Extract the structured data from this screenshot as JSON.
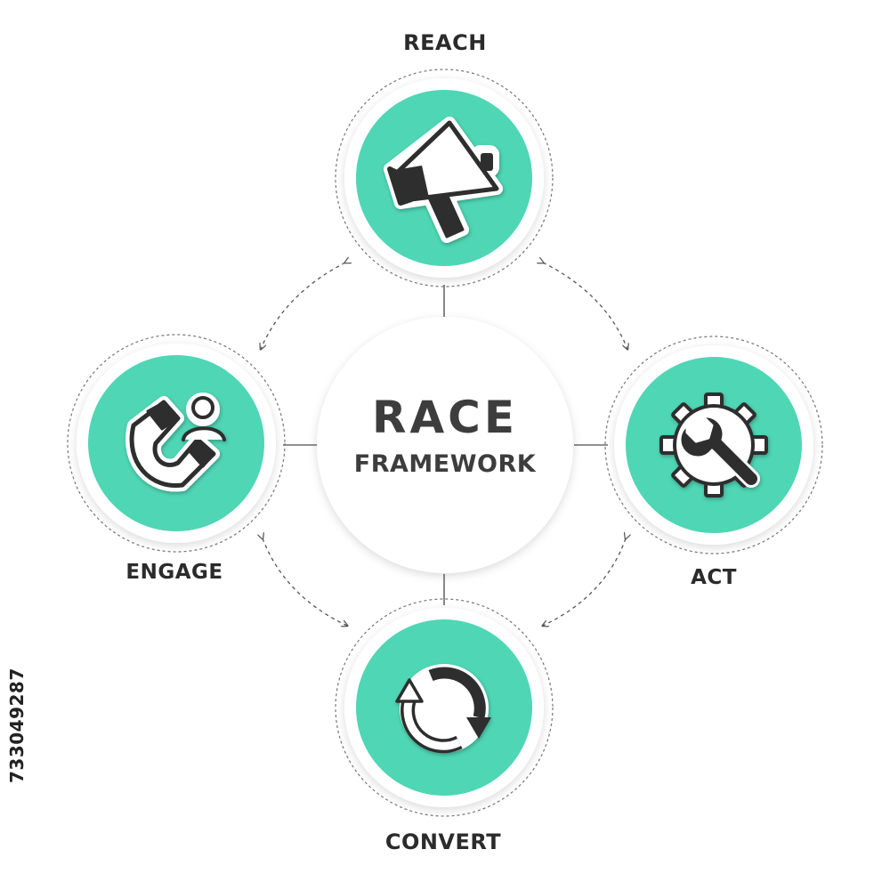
{
  "center": {
    "title": "RACE",
    "subtitle": "FRAMEWORK"
  },
  "stages": {
    "reach": {
      "label": "REACH",
      "icon": "megaphone-icon"
    },
    "act": {
      "label": "ACT",
      "icon": "wrench-gear-icon"
    },
    "convert": {
      "label": "CONVERT",
      "icon": "refresh-arrows-icon"
    },
    "engage": {
      "label": "ENGAGE",
      "icon": "magnet-user-icon"
    }
  },
  "image_id": "733049287",
  "colors": {
    "accent": "#4fd6b5",
    "icon_dark": "#2f2f2f",
    "text": "#2b2b2b",
    "connector": "#6b6b6b"
  }
}
